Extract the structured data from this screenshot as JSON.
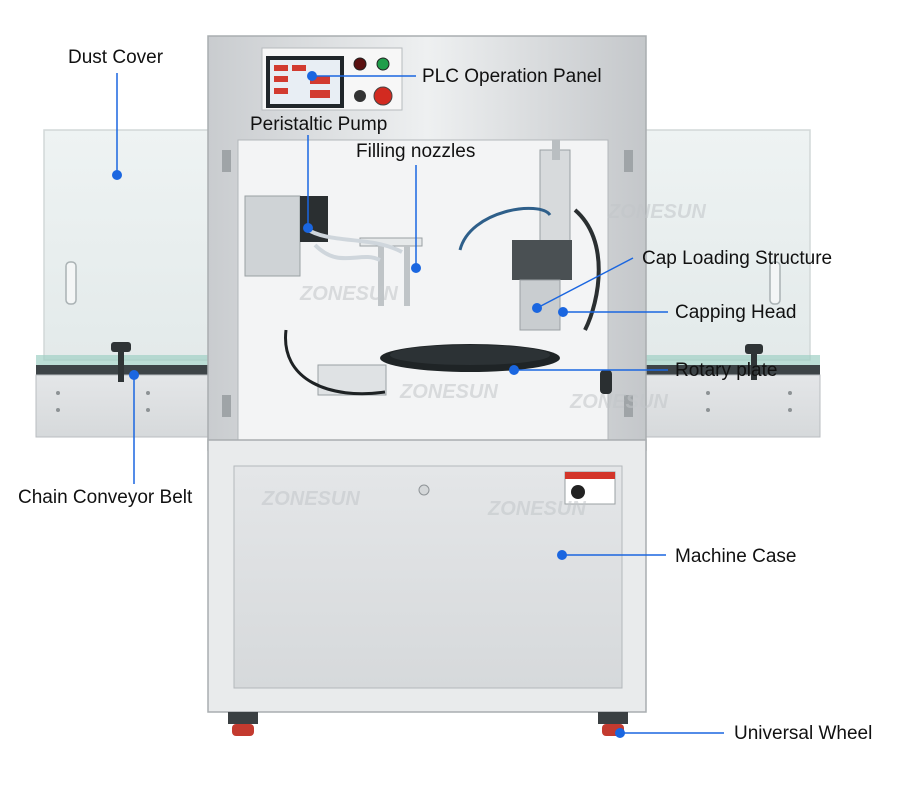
{
  "accent_color": "#1a66e0",
  "watermark": "ZONESUN",
  "labels": {
    "dust_cover": "Dust Cover",
    "plc_panel": "PLC Operation Panel",
    "peristaltic_pump": "Peristaltic Pump",
    "filling_nozzles": "Filling nozzles",
    "cap_loading": "Cap Loading Structure",
    "capping_head": "Capping Head",
    "rotary_plate": "Rotary plate",
    "chain_conveyor": "Chain Conveyor Belt",
    "machine_case": "Machine Case",
    "universal_wheel": "Universal Wheel"
  }
}
